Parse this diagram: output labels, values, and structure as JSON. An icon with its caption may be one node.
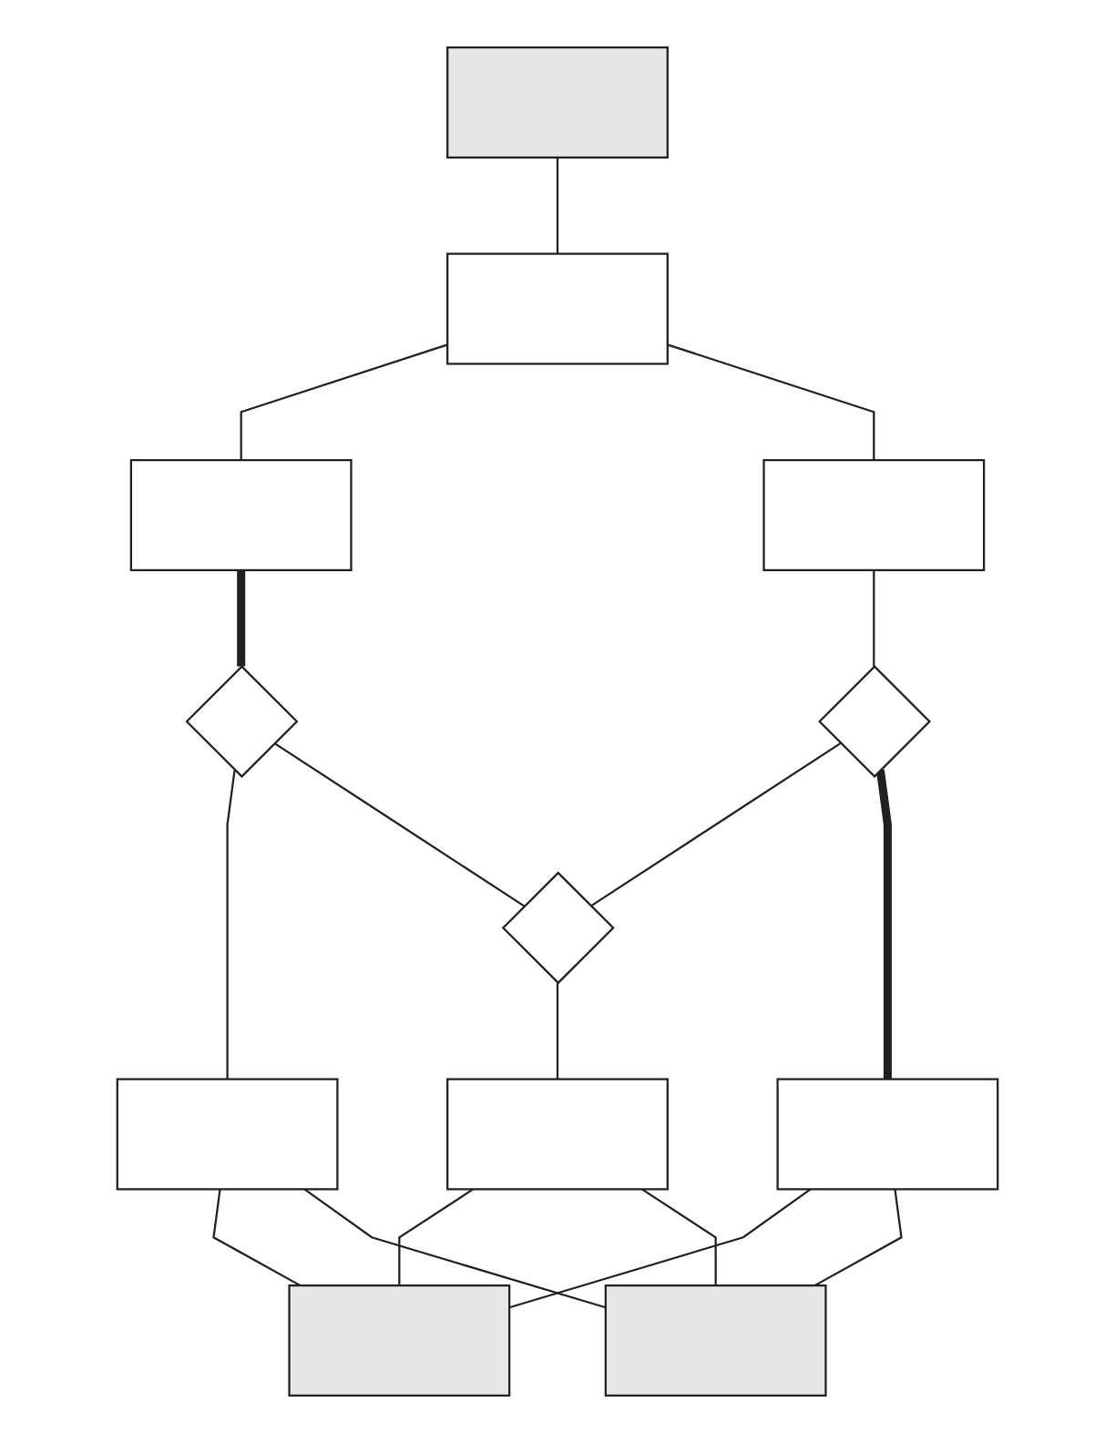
{
  "diagram": {
    "nodes": [
      {
        "text": [],
        "shape": "box"
      },
      {
        "text": [],
        "shape": "box"
      },
      {
        "text": [],
        "shape": "box"
      },
      {
        "text": [],
        "shape": "box"
      },
      {
        "text": [],
        "shape": "box"
      },
      {
        "text": [],
        "shape": "diamond"
      },
      {
        "text": [],
        "shape": "box"
      },
      {
        "text": [],
        "shape": "diamond"
      },
      {
        "text": [],
        "shape": "diamond"
      },
      {
        "text": [],
        "shape": "box"
      },
      {
        "text": [],
        "shape": "box"
      },
      {
        "text": [],
        "shape": "box"
      }
    ],
    "edges": [
      {
        "from": 0,
        "to": 1,
        "arrow": "none"
      },
      {
        "from": 1,
        "to": 3,
        "arrow": "none"
      },
      {
        "from": 1,
        "to": 4,
        "arrow": "none"
      },
      {
        "from": 3,
        "to": 5,
        "arrow": "none",
        "style": "thick"
      },
      {
        "from": 5,
        "to": 6,
        "arrow": "none"
      },
      {
        "from": 5,
        "to": 8,
        "arrow": "none"
      },
      {
        "from": 4,
        "to": 7,
        "arrow": "none"
      },
      {
        "from": 7,
        "to": 8,
        "arrow": "none"
      },
      {
        "from": 7,
        "to": 10,
        "arrow": "none",
        "style": "thick"
      },
      {
        "from": 8,
        "to": 11,
        "arrow": "none"
      },
      {
        "from": 10,
        "to": 2,
        "arrow": "none"
      },
      {
        "from": 10,
        "to": 9,
        "arrow": "none"
      },
      {
        "from": 11,
        "to": 2,
        "arrow": "none"
      },
      {
        "from": 11,
        "to": 9,
        "arrow": "none"
      },
      {
        "from": 6,
        "to": 2,
        "arrow": "none"
      },
      {
        "from": 6,
        "to": 9,
        "arrow": "none"
      }
    ]
  }
}
